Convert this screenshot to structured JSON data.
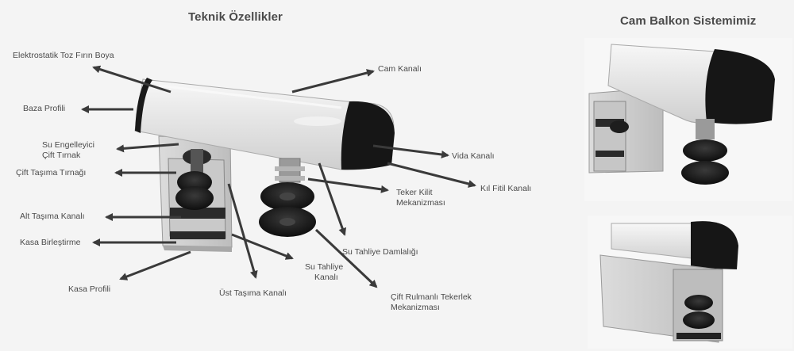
{
  "headings": {
    "left": "Teknik Özellikler",
    "right": "Cam Balkon Sistemimiz"
  },
  "labels": {
    "elektrostatik": "Elektrostatik Toz Fırın Boya",
    "baza": "Baza Profili",
    "su_engelleyici_1": "Su Engelleyici",
    "su_engelleyici_2": "Çift Tırnak",
    "cift_tasima": "Çift Taşıma Tırnağı",
    "alt_tasima": "Alt Taşıma Kanalı",
    "kasa_birlestirme": "Kasa Birleştirme",
    "kasa_profili": "Kasa Profili",
    "ust_tasima": "Üst Taşıma Kanalı",
    "su_tahliye_kanali_1": "Su Tahliye",
    "su_tahliye_kanali_2": "Kanalı",
    "cam_kanali": "Cam Kanalı",
    "vida_kanali": "Vida Kanalı",
    "kil_fitil": "Kıl Fitil Kanalı",
    "teker_kilit_1": "Teker Kilit",
    "teker_kilit_2": "Mekanizması",
    "su_tahliye_damlaligi": "Su Tahliye Damlalığı",
    "cift_rulmanli_1": "Çift Rulmanlı Tekerlek",
    "cift_rulmanli_2": "Mekanizması"
  },
  "colors": {
    "arrow": "#3a3a3a",
    "profile": "#e9e9e9",
    "black_part": "#1a1a1a"
  }
}
